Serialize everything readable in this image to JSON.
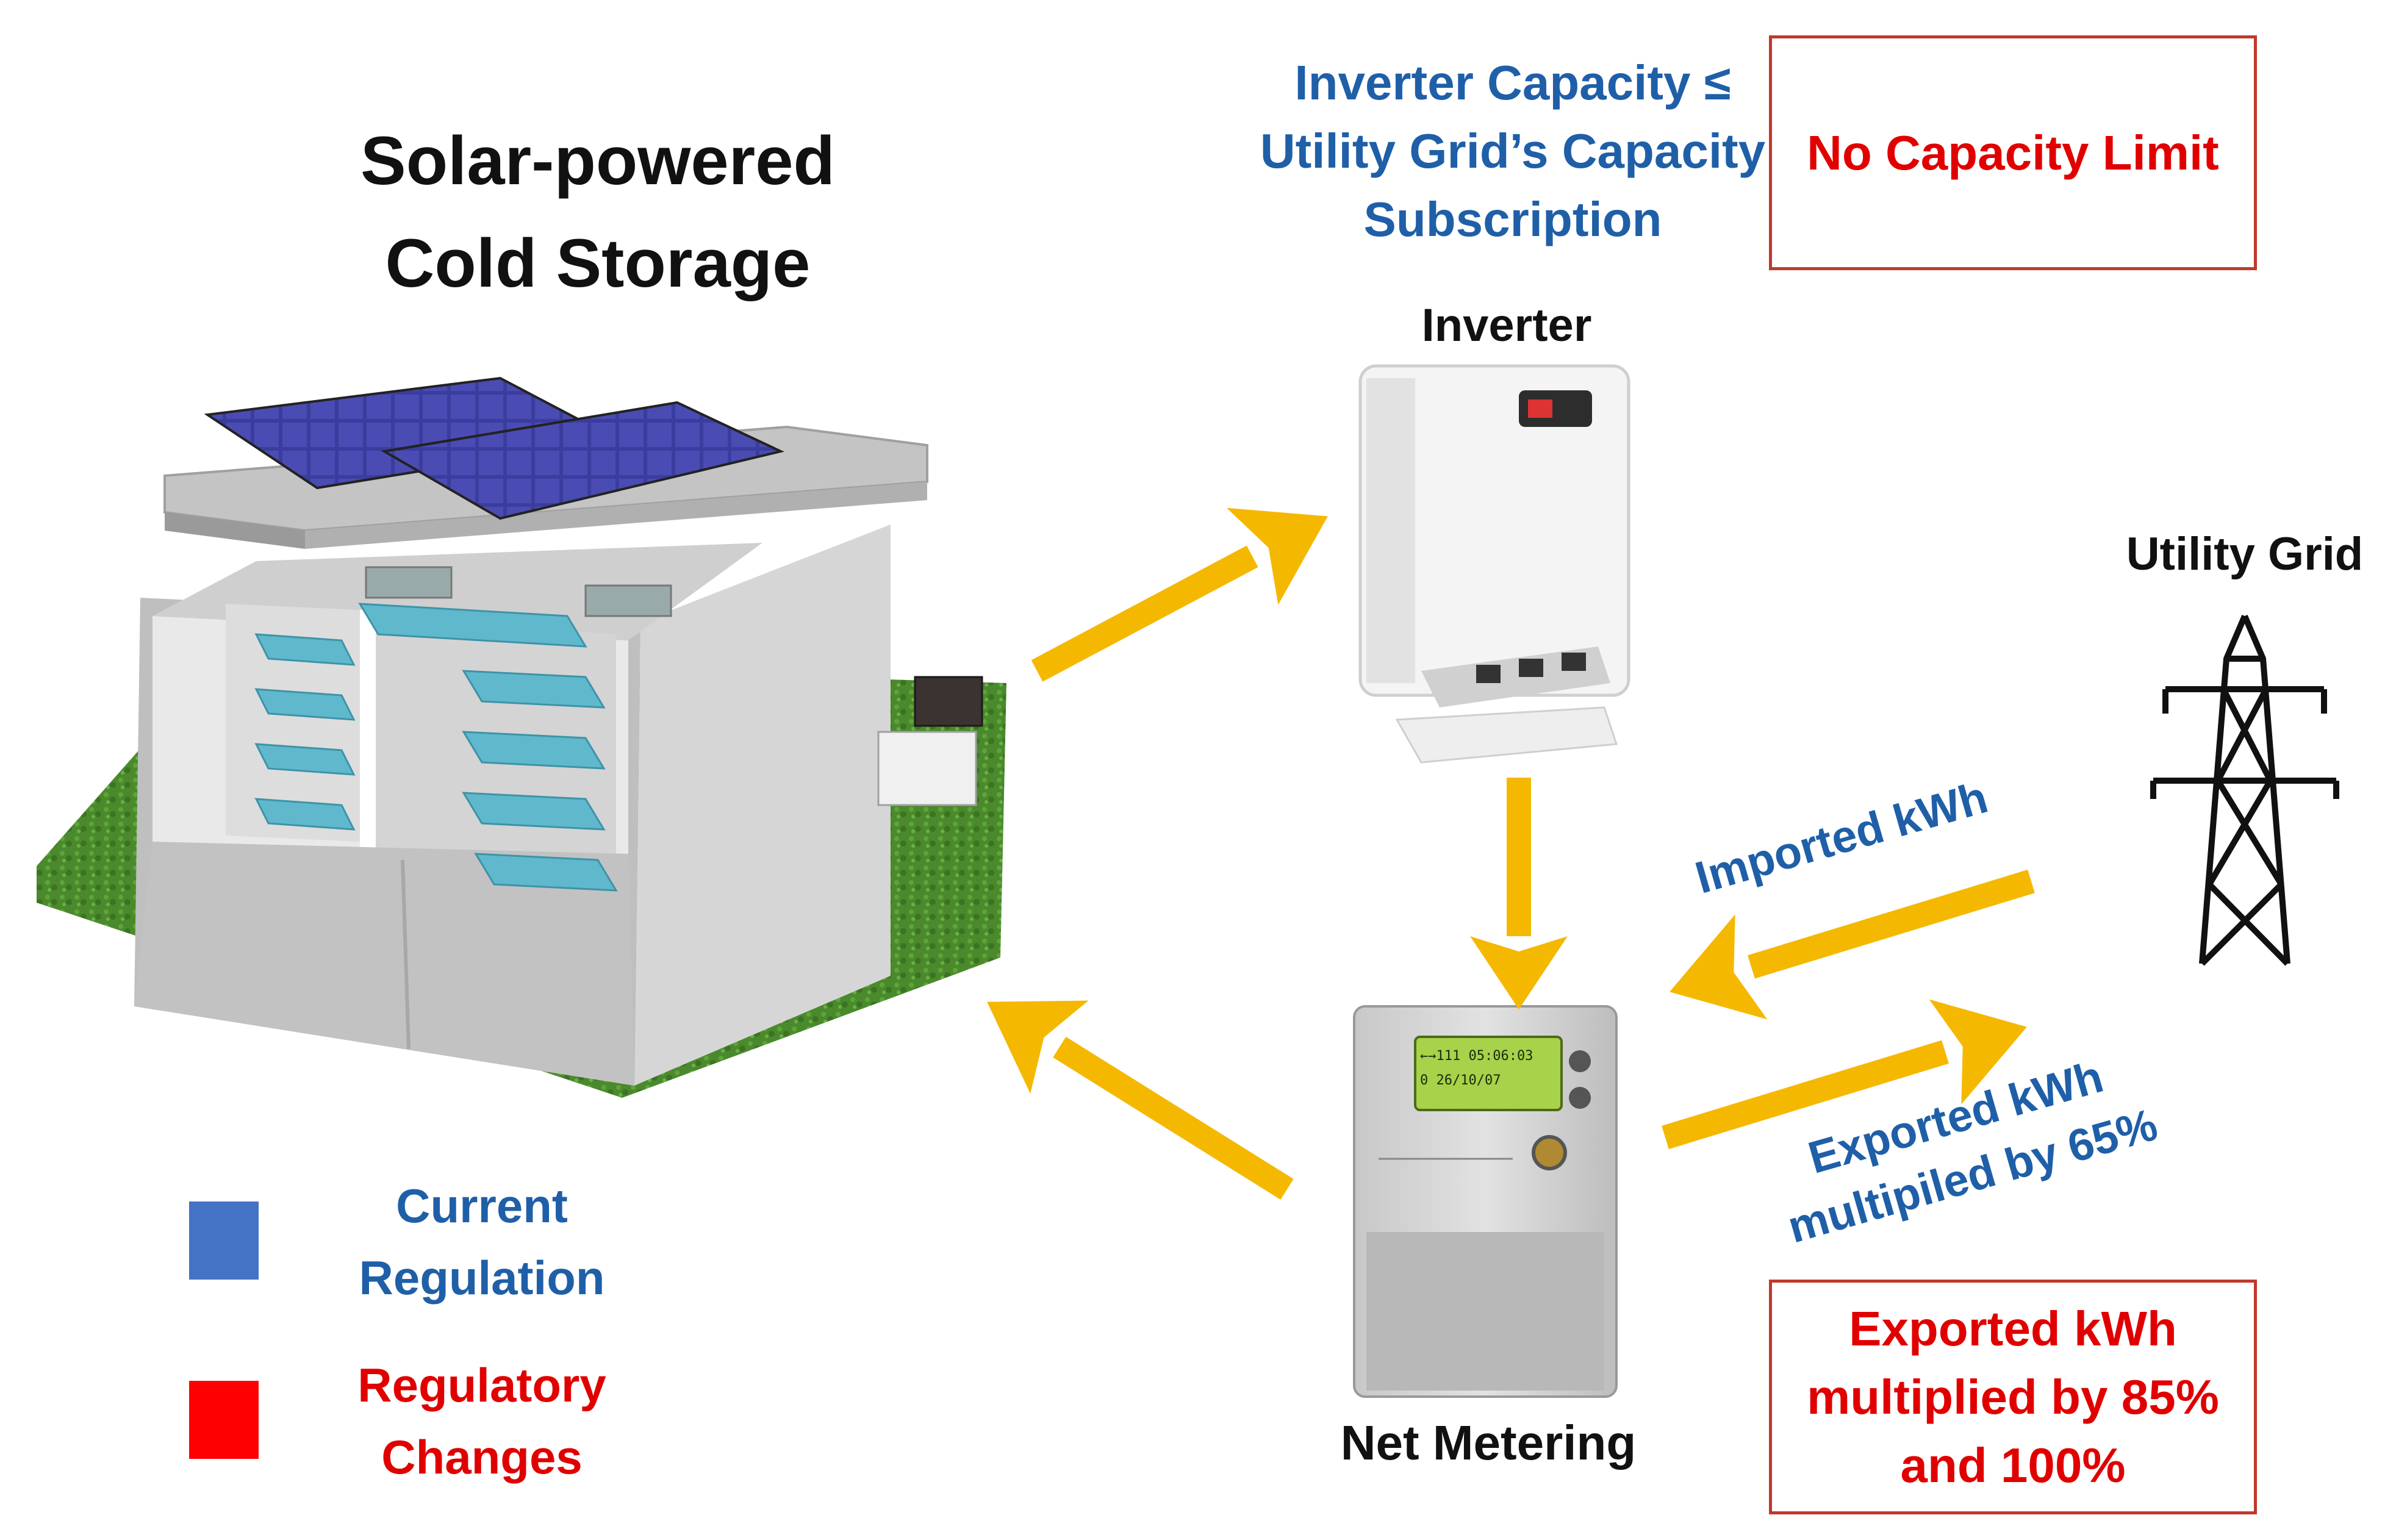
{
  "title": {
    "line1": "Solar-powered",
    "line2": "Cold Storage"
  },
  "inverter_constraint": {
    "line1": "Inverter Capacity ≤",
    "line2": "Utility Grid’s Capacity",
    "line3": "Subscription"
  },
  "no_limit_box": {
    "text": "No Capacity Limit"
  },
  "labels": {
    "inverter": "Inverter",
    "utility_grid": "Utility Grid",
    "net_metering": "Net Metering"
  },
  "flows": {
    "imported": "Imported kWh",
    "exported_line1": "Exported kWh",
    "exported_line2": "multipiled by 65%"
  },
  "export_box": {
    "line1": "Exported kWh",
    "line2": "multiplied by 85%",
    "line3": "and 100%"
  },
  "legend": {
    "current": {
      "line1": "Current",
      "line2": "Regulation",
      "color": "#4472c4"
    },
    "changes": {
      "line1": "Regulatory",
      "line2": "Changes",
      "color": "#ff0000"
    }
  },
  "colors": {
    "arrow": "#f5b800",
    "grass": "#4a8a2c",
    "panel": "#3a3a9a",
    "shelf": "#5fb8cc"
  },
  "meter_display": {
    "row1": "←→111   05:06:03",
    "row2": "0   26/10/07"
  }
}
